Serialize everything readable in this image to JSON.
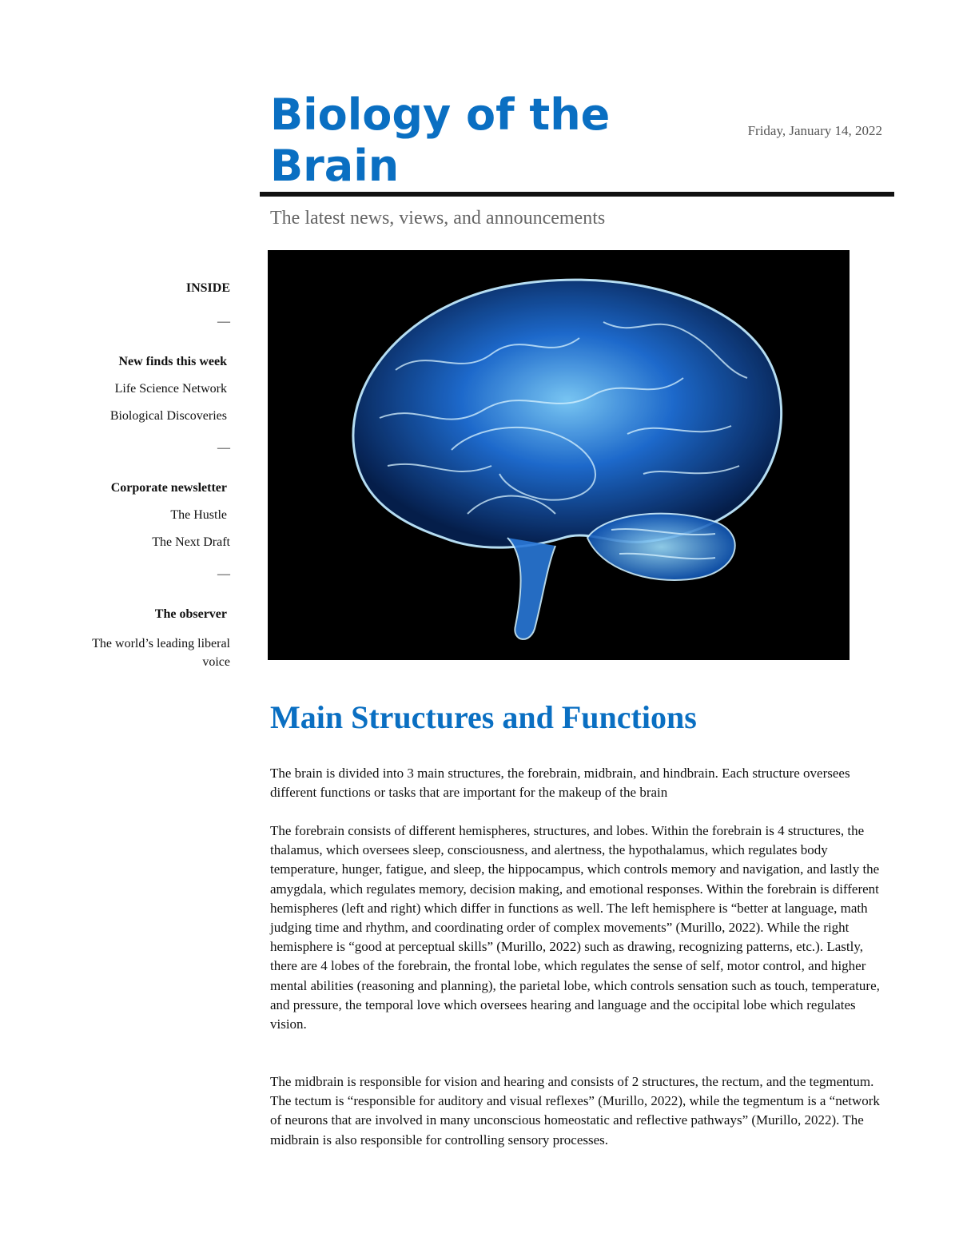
{
  "header": {
    "title": "Biology of the Brain",
    "date": "Friday, January 14, 2022",
    "subtitle": "The latest news, views, and announcements"
  },
  "sidebar": {
    "inside_label": "INSIDE",
    "divider": "—",
    "sections": [
      {
        "heading": "New finds this week",
        "items": [
          "Life Science Network",
          "Biological Discoveries"
        ]
      },
      {
        "heading": "Corporate newsletter",
        "items": [
          "The Hustle",
          "The Next Draft"
        ]
      },
      {
        "heading": "The observer",
        "items": [
          "The world’s leading liberal voice"
        ]
      }
    ]
  },
  "hero_image": {
    "description_icon": "brain-illustration",
    "accent": "#3a8ff0"
  },
  "article": {
    "heading": "Main Structures and Functions",
    "paragraphs": [
      "The brain is divided into 3 main structures, the forebrain, midbrain, and hindbrain. Each structure oversees different functions or tasks that are important for the makeup of the brain",
      "The forebrain consists of different hemispheres, structures, and lobes. Within the forebrain is 4 structures, the thalamus, which oversees sleep, consciousness, and alertness, the hypothalamus, which regulates body temperature, hunger, fatigue, and sleep, the hippocampus, which controls memory and navigation, and lastly the amygdala, which regulates memory, decision making, and emotional responses. Within the forebrain is different hemispheres (left and right) which differ in functions as well. The left hemisphere is “better at language, math judging time and rhythm, and coordinating order of complex movements” (Murillo, 2022). While the right hemisphere is “good at perceptual skills” (Murillo, 2022) such as drawing, recognizing patterns, etc.). Lastly, there are 4 lobes of the forebrain, the frontal lobe, which regulates the sense of self, motor control, and higher mental abilities (reasoning and planning), the parietal lobe, which controls sensation such as touch, temperature, and pressure, the temporal love which oversees hearing and language and the occipital lobe which regulates vision.",
      "The midbrain is responsible for vision and hearing and consists of 2 structures, the rectum, and the tegmentum. The tectum is “responsible for auditory and visual reflexes” (Murillo, 2022), while the tegmentum is a “network of neurons that are involved in many unconscious homeostatic and reflective pathways” (Murillo, 2022). The midbrain is also responsible for controlling sensory processes."
    ]
  },
  "colors": {
    "title": "#0a6fc2",
    "heading": "#0a6fc2",
    "subtitle": "#666666"
  }
}
